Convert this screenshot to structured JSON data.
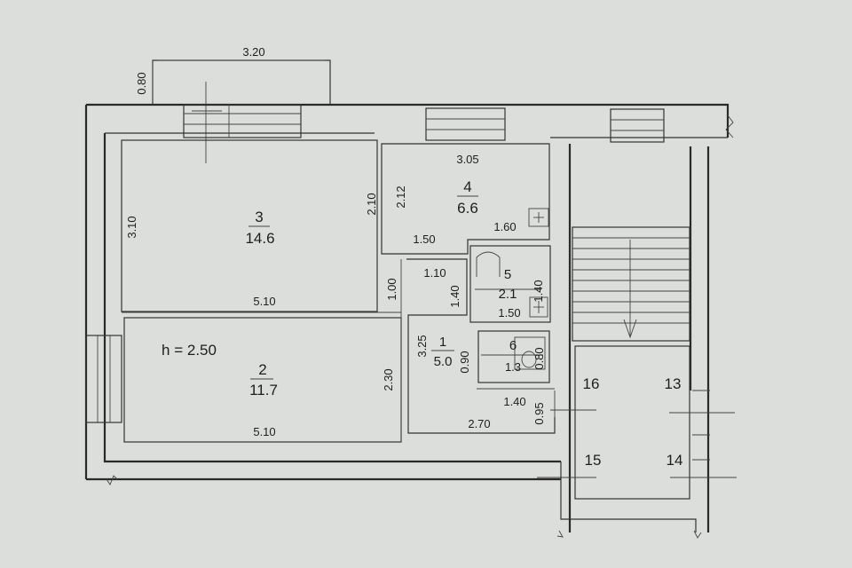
{
  "colors": {
    "paper": "#dcdedb",
    "ink": "#2a2a2a"
  },
  "ceiling_height": "h  =  2.50",
  "rooms": {
    "r1": {
      "num": "1",
      "area": "5.0"
    },
    "r2": {
      "num": "2",
      "area": "11.7"
    },
    "r3": {
      "num": "3",
      "area": "14.6"
    },
    "r4": {
      "num": "4",
      "area": "6.6"
    },
    "r5": {
      "num": "5",
      "area": "2.1"
    },
    "r6": {
      "num": "6",
      "area": "1.3"
    }
  },
  "dims": {
    "balcony_w": "3.20",
    "balcony_d": "0.80",
    "r3_h": "3.10",
    "r3_w": "5.10",
    "r2_w": "5.10",
    "r2_h": "2.30",
    "r4_w": "3.05",
    "r4_h_outer": "2.10",
    "r4_h_inner": "2.12",
    "r4_bottom": "1.60",
    "hall_top": "1.50",
    "hall_mid": "1.10",
    "hall_left": "1.00",
    "bath_h": "1.40",
    "bath_h2": "1.40",
    "bath_w": "1.50",
    "hall_h": "3.25",
    "wc_h": "0.90",
    "wc_w": "0.80",
    "corr_w": "1.40",
    "corr_h": "0.95",
    "hall_bottom": "2.70"
  },
  "apartments": {
    "a13": "13",
    "a14": "14",
    "a15": "15",
    "a16": "16"
  }
}
